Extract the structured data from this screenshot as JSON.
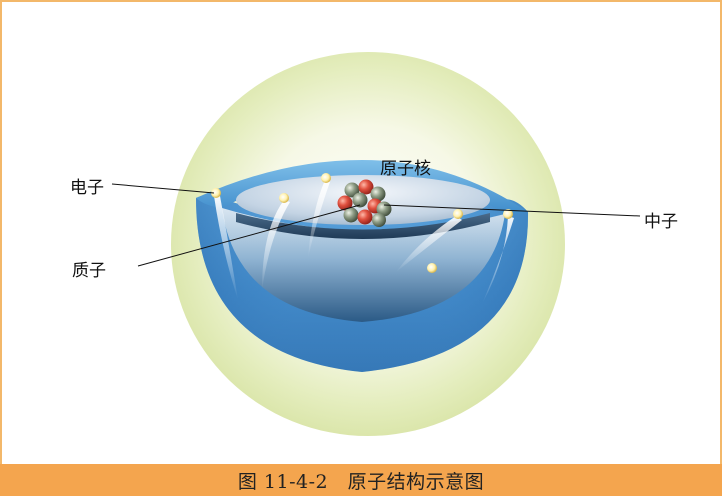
{
  "labels": {
    "electron": "电子",
    "proton": "质子",
    "nucleus": "原子核",
    "neutron": "中子"
  },
  "caption": "图 11-4-2　原子结构示意图",
  "colors": {
    "frame_border": "#f3b86a",
    "caption_bar": "#f4a54e",
    "outer_halo": "#dfe9b4",
    "shell_blue": "#3a86c8",
    "proton_red": "#d9463a",
    "neutron_gray": "#8a9a80"
  }
}
